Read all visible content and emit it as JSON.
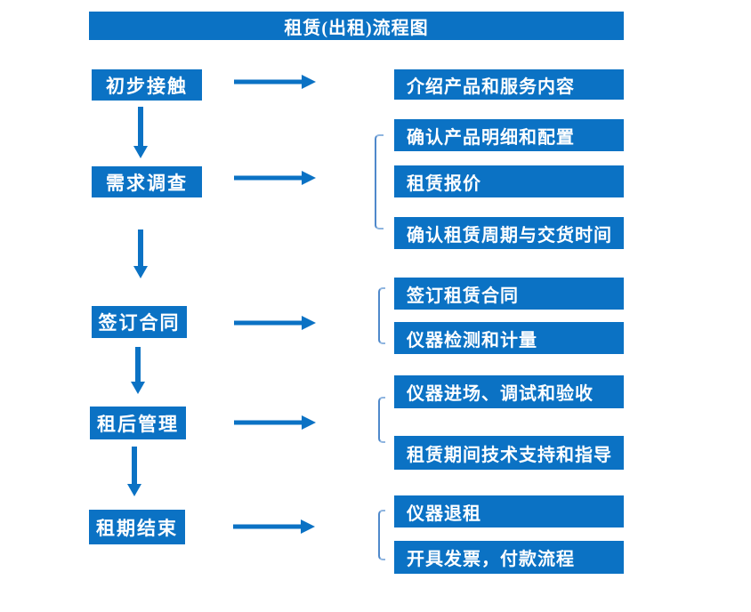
{
  "title": "租赁(出租)流程图",
  "colors": {
    "box_blue": "#0b72c4",
    "arrow_blue": "#0b72c4",
    "bracket_blue": "#4f89cb",
    "text_white": "#ffffff",
    "background": "#ffffff"
  },
  "flow": [
    {
      "step": "初步接触",
      "details": [
        "介绍产品和服务内容"
      ]
    },
    {
      "step": "需求调查",
      "details": [
        "确认产品明细和配置",
        "租赁报价",
        "确认租赁周期与交货时间"
      ]
    },
    {
      "step": "签订合同",
      "details": [
        "签订租赁合同",
        "仪器检测和计量"
      ]
    },
    {
      "step": "租后管理",
      "details": [
        "仪器进场、调试和验收",
        "租赁期间技术支持和指导"
      ]
    },
    {
      "step": "租期结束",
      "details": [
        "仪器退租",
        "开具发票，付款流程"
      ]
    }
  ]
}
